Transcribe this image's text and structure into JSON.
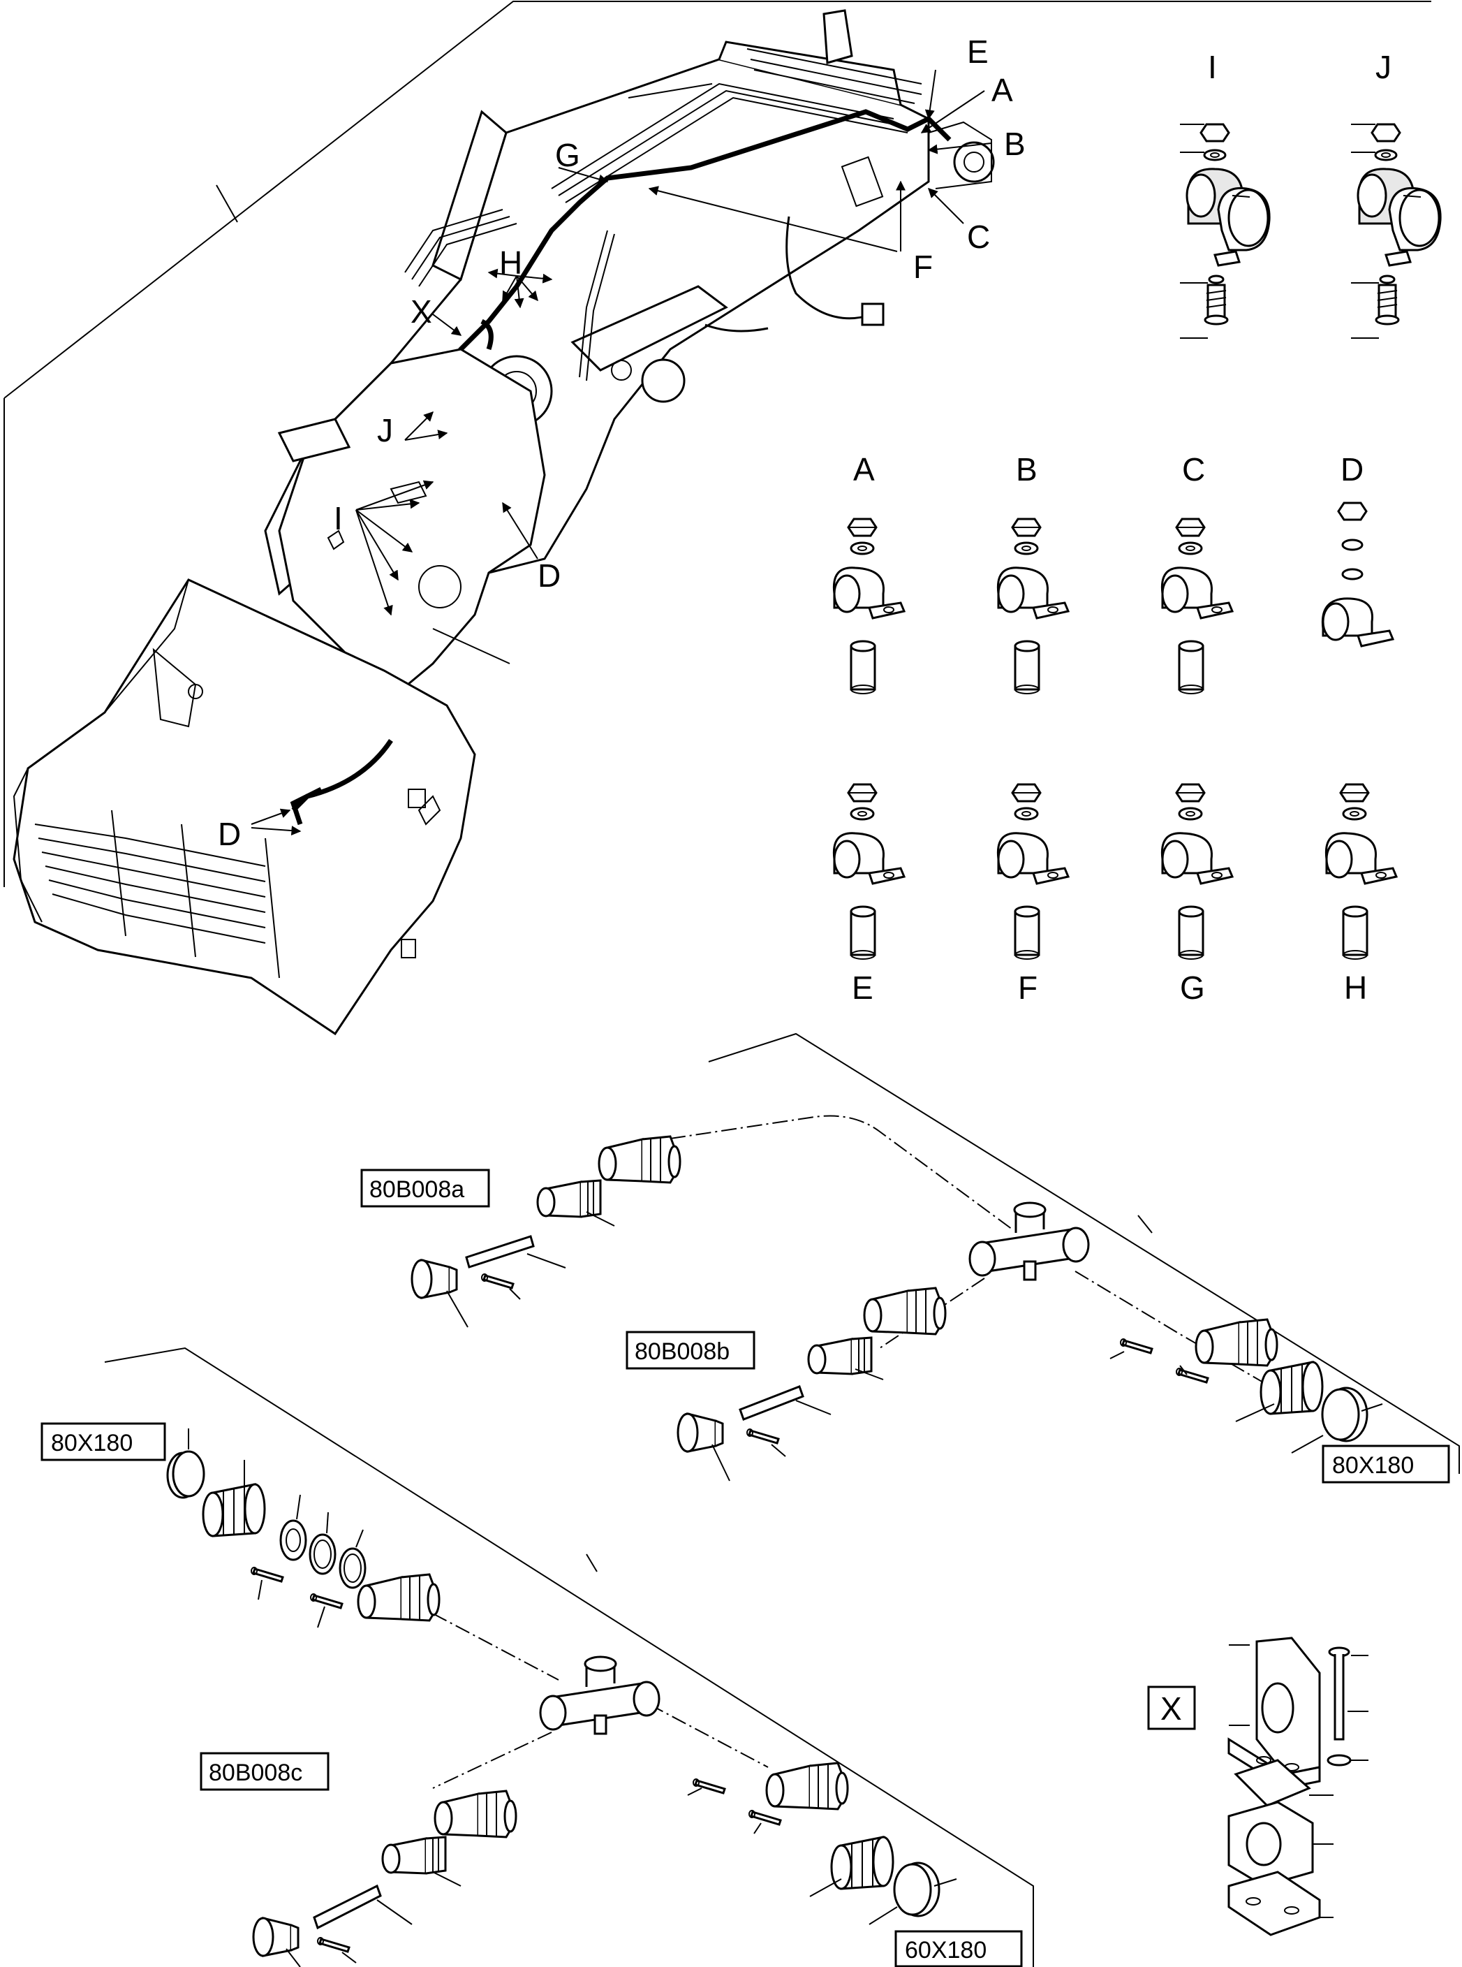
{
  "callouts": {
    "main": {
      "A": "A",
      "B": "B",
      "C": "C",
      "D_top": "D",
      "D_bottom": "D",
      "E": "E",
      "F": "F",
      "G": "G",
      "H": "H",
      "I": "I",
      "J": "J",
      "X": "X"
    },
    "detail_row_top": [
      "A",
      "B",
      "C",
      "D"
    ],
    "detail_row_bottom": [
      "E",
      "F",
      "G",
      "H"
    ],
    "detail_IJ": [
      "I",
      "J"
    ],
    "detail_X": "X"
  },
  "codes": {
    "kit_a": "80B008a",
    "kit_b": "80B008b",
    "kit_c": "80B008c",
    "hose_b": "80X180",
    "hose_c": "80X180",
    "hose_c_end": "60X180"
  },
  "colors": {
    "line": "#000000",
    "background": "#ffffff",
    "shade": "#e8e8e8"
  }
}
